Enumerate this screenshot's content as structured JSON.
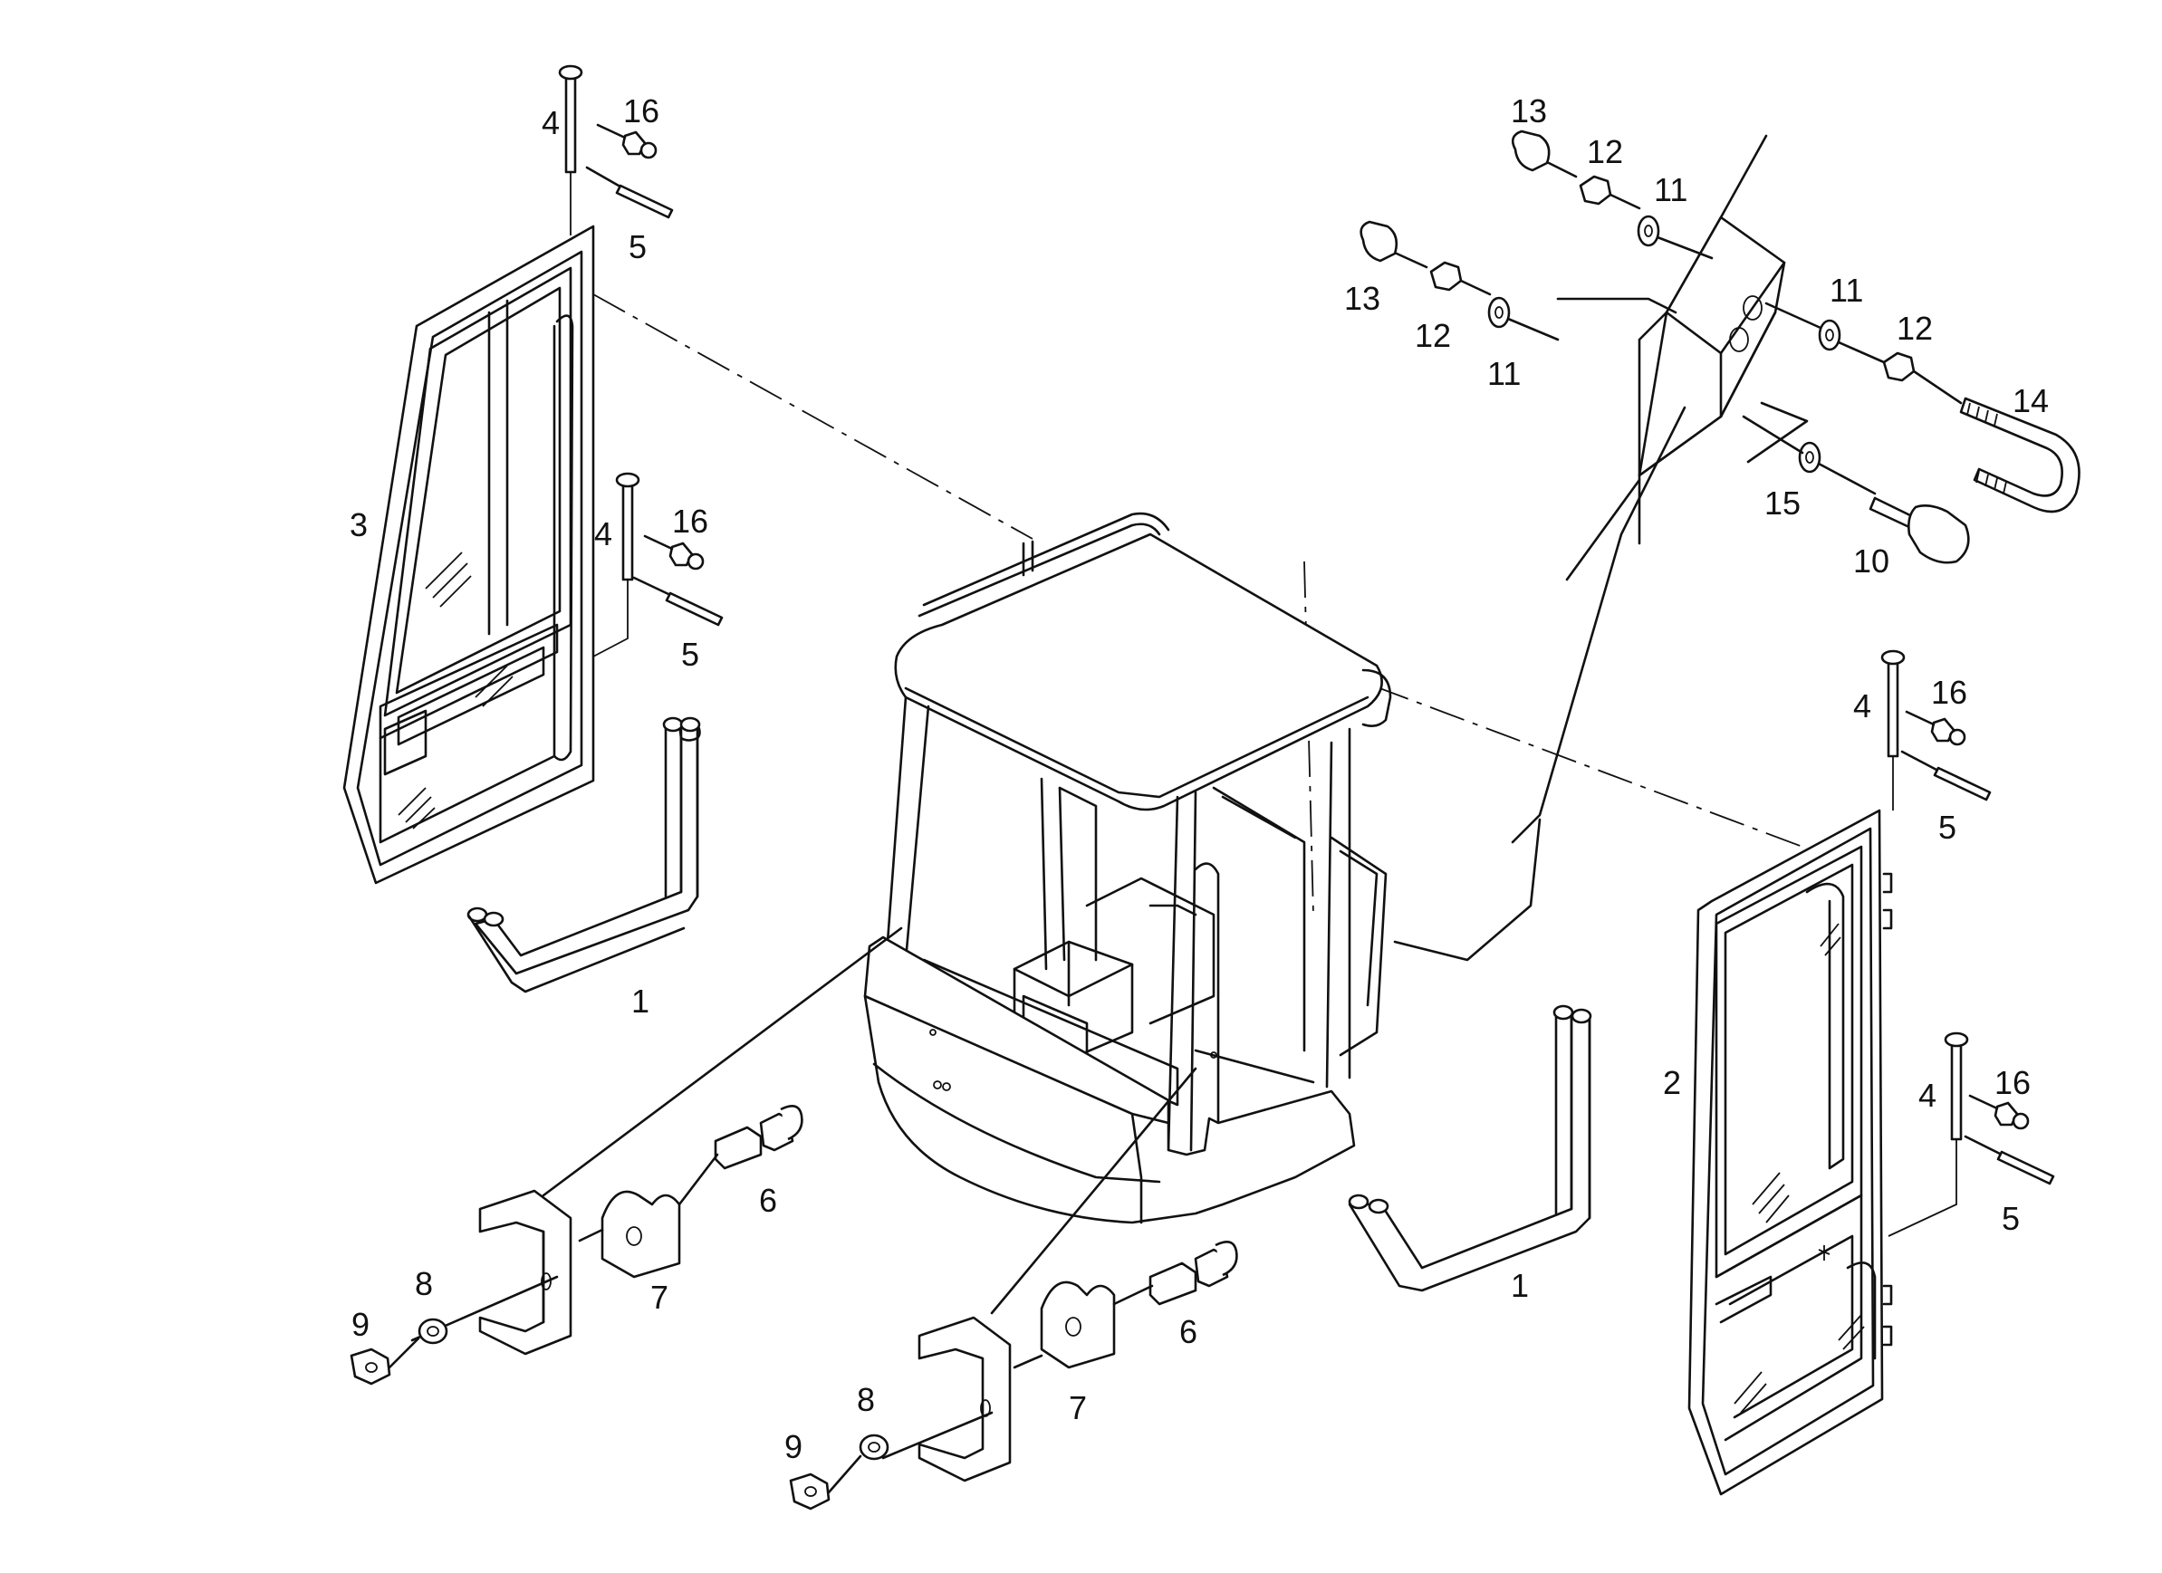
{
  "diagram": {
    "labels": [
      {
        "id": "lbl-16-tl",
        "text": "16"
      },
      {
        "id": "lbl-4-tl",
        "text": "4"
      },
      {
        "id": "lbl-5-tl",
        "text": "5"
      },
      {
        "id": "lbl-3",
        "text": "3"
      },
      {
        "id": "lbl-4-ml",
        "text": "4"
      },
      {
        "id": "lbl-16-ml",
        "text": "16"
      },
      {
        "id": "lbl-5-ml",
        "text": "5"
      },
      {
        "id": "lbl-1-l",
        "text": "1"
      },
      {
        "id": "lbl-6-l",
        "text": "6"
      },
      {
        "id": "lbl-7-l",
        "text": "7"
      },
      {
        "id": "lbl-8-l",
        "text": "8"
      },
      {
        "id": "lbl-9-l",
        "text": "9"
      },
      {
        "id": "lbl-6-c",
        "text": "6"
      },
      {
        "id": "lbl-7-c",
        "text": "7"
      },
      {
        "id": "lbl-8-c",
        "text": "8"
      },
      {
        "id": "lbl-9-c",
        "text": "9"
      },
      {
        "id": "lbl-1-r",
        "text": "1"
      },
      {
        "id": "lbl-2",
        "text": "2"
      },
      {
        "id": "lbl-4-tr",
        "text": "4"
      },
      {
        "id": "lbl-16-tr",
        "text": "16"
      },
      {
        "id": "lbl-5-tr",
        "text": "5"
      },
      {
        "id": "lbl-4-br",
        "text": "4"
      },
      {
        "id": "lbl-16-br",
        "text": "16"
      },
      {
        "id": "lbl-5-br",
        "text": "5"
      },
      {
        "id": "lbl-13-top",
        "text": "13"
      },
      {
        "id": "lbl-12-top",
        "text": "12"
      },
      {
        "id": "lbl-11-top",
        "text": "11"
      },
      {
        "id": "lbl-13-mid",
        "text": "13"
      },
      {
        "id": "lbl-12-mid",
        "text": "12"
      },
      {
        "id": "lbl-11-mid",
        "text": "11"
      },
      {
        "id": "lbl-11-right",
        "text": "11"
      },
      {
        "id": "lbl-12-right",
        "text": "12"
      },
      {
        "id": "lbl-14",
        "text": "14"
      },
      {
        "id": "lbl-15",
        "text": "15"
      },
      {
        "id": "lbl-10",
        "text": "10"
      }
    ]
  }
}
